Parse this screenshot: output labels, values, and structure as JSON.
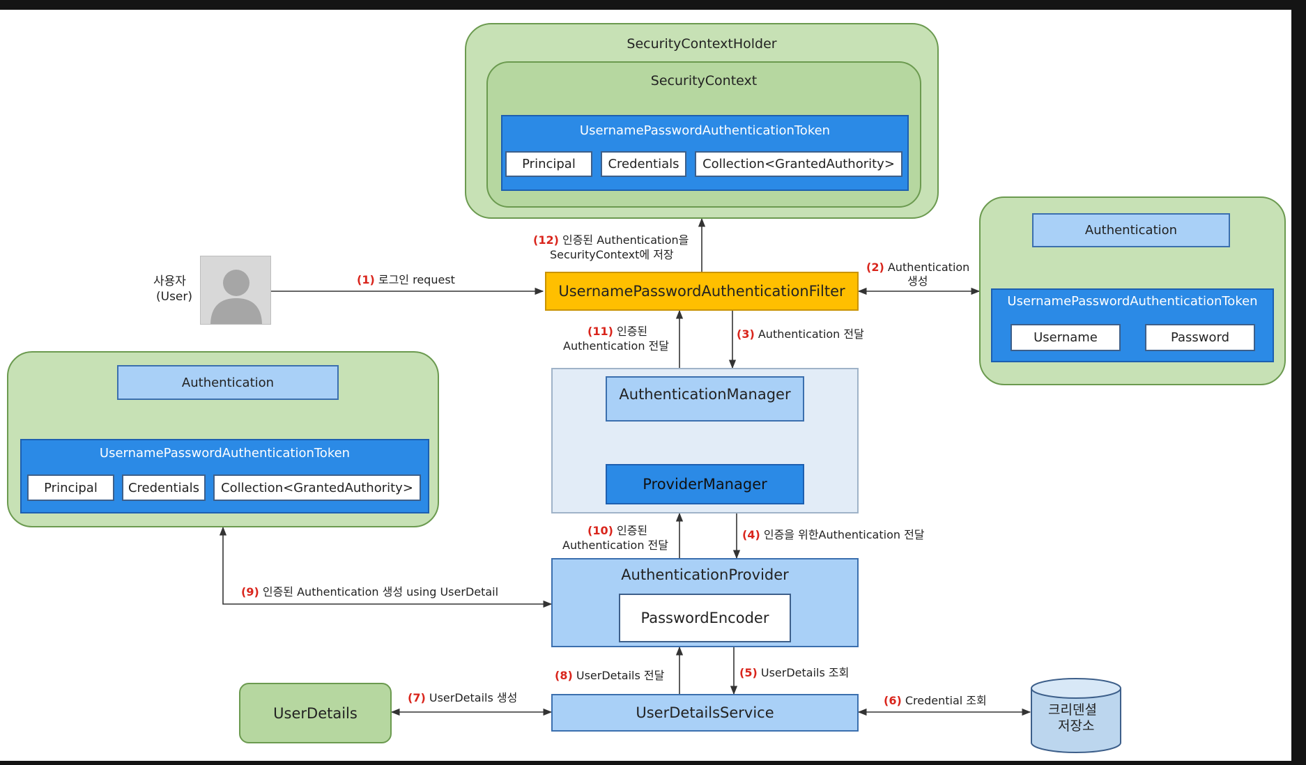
{
  "security_context_holder": {
    "title": "SecurityContextHolder",
    "context_title": "SecurityContext",
    "token_title": "UsernamePasswordAuthenticationToken",
    "fields": [
      "Principal",
      "Credentials",
      "Collection<GrantedAuthority>"
    ]
  },
  "right_group": {
    "auth": "Authentication",
    "token_title": "UsernamePasswordAuthenticationToken",
    "fields": [
      "Username",
      "Password"
    ]
  },
  "left_group": {
    "auth": "Authentication",
    "token_title": "UsernamePasswordAuthenticationToken",
    "fields": [
      "Principal",
      "Credentials",
      "Collection<GrantedAuthority>"
    ]
  },
  "user": {
    "line1": "사용자",
    "line2": "(User)"
  },
  "filter": "UsernamePasswordAuthenticationFilter",
  "manager": {
    "title": "AuthenticationManager",
    "provider_manager": "ProviderManager"
  },
  "provider": {
    "title": "AuthenticationProvider",
    "encoder": "PasswordEncoder"
  },
  "user_details_service": "UserDetailsService",
  "user_details": "UserDetails",
  "store": {
    "line1": "크리덴셜",
    "line2": "저장소"
  },
  "steps": {
    "s1": {
      "num": "(1)",
      "text": "로그인 request"
    },
    "s2": {
      "num": "(2)",
      "line1": "Authentication",
      "line2": "생성"
    },
    "s3": {
      "num": "(3)",
      "text": "Authentication 전달"
    },
    "s4": {
      "num": "(4)",
      "text": "인증을 위한Authentication 전달"
    },
    "s5": {
      "num": "(5)",
      "text": "UserDetails 조회"
    },
    "s6": {
      "num": "(6)",
      "text": "Credential 조회"
    },
    "s7": {
      "num": "(7)",
      "text": "UserDetails 생성"
    },
    "s8": {
      "num": "(8)",
      "text": "UserDetails 전달"
    },
    "s9": {
      "num": "(9)",
      "text": "인증된 Authentication 생성 using UserDetail"
    },
    "s10": {
      "num": "(10)",
      "line1": "인증된",
      "line2": "Authentication 전달"
    },
    "s11": {
      "num": "(11)",
      "line1": "인증된",
      "line2": "Authentication 전달"
    },
    "s12": {
      "num": "(12)",
      "line1": "인증된 Authentication을",
      "line2": "SecurityContext에 저장"
    }
  }
}
